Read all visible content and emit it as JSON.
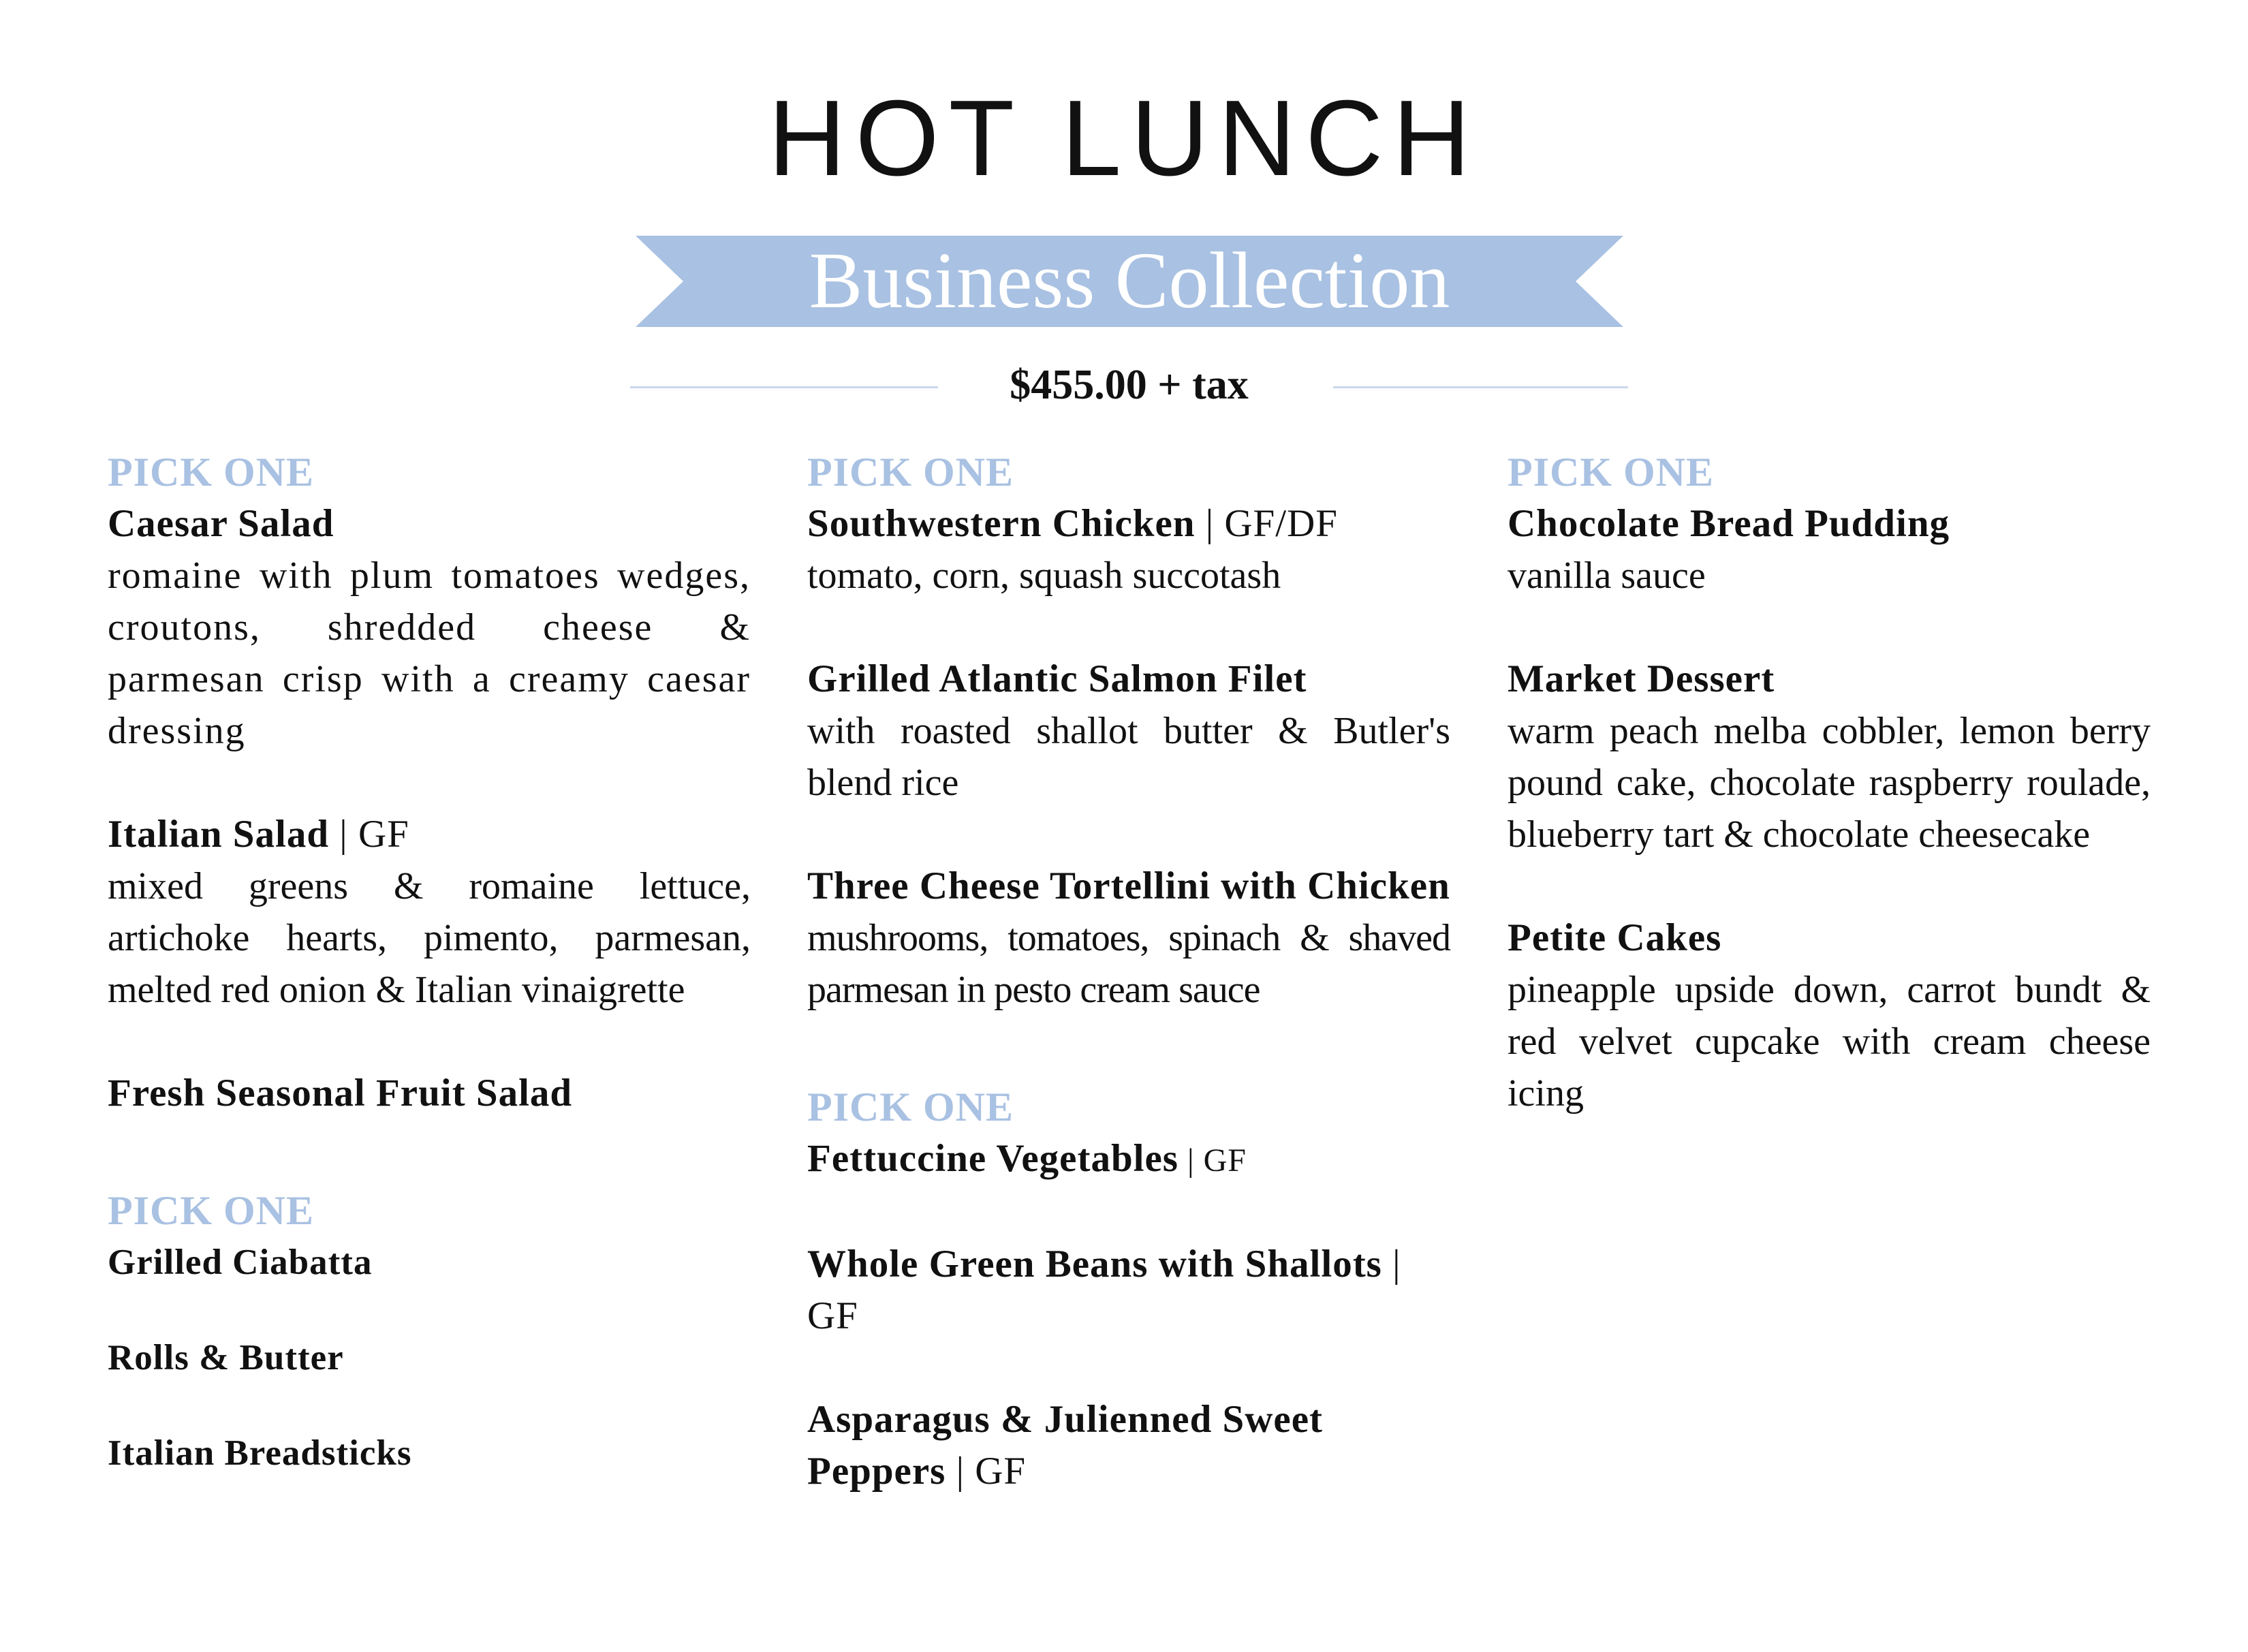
{
  "header": {
    "title": "HOT LUNCH",
    "collection": "Business Collection",
    "price": "$455.00 + tax"
  },
  "colors": {
    "accent": "#a9c1e2",
    "ribbon": "#a9c1e2",
    "rule": "#c9d7ea",
    "text": "#111111"
  },
  "col1": {
    "section1": {
      "heading": "PICK ONE",
      "items": [
        {
          "name": "Caesar Salad",
          "desc": "romaine with plum tomatoes wedges, croutons, shredded cheese & parmesan crisp with a creamy caesar dressing"
        },
        {
          "name": "Italian Salad",
          "tag": " | GF",
          "desc": "mixed greens & romaine lettuce, artichoke hearts, pimento, parmesan, melted red onion & Italian vinaigrette"
        },
        {
          "name": "Fresh Seasonal Fruit Salad"
        }
      ]
    },
    "section2": {
      "heading": "PICK ONE",
      "items": [
        {
          "name": "Grilled Ciabatta"
        },
        {
          "name": "Rolls & Butter"
        },
        {
          "name": "Italian Breadsticks"
        }
      ]
    }
  },
  "col2": {
    "section1": {
      "heading": "PICK ONE",
      "items": [
        {
          "name": "Southwestern Chicken",
          "tag": " | GF/DF",
          "desc": "tomato, corn, squash succotash"
        },
        {
          "name": "Grilled Atlantic Salmon Filet",
          "desc": "with roasted shallot butter & Butler's blend rice"
        },
        {
          "name": "Three Cheese Tortellini with Chicken",
          "desc": "mushrooms, tomatoes, spinach & shaved parmesan in pesto cream sauce"
        }
      ]
    },
    "section2": {
      "heading": "PICK ONE",
      "items": [
        {
          "name": "Fettuccine Vegetables",
          "tag": " | GF"
        },
        {
          "name": "Whole Green Beans with Shallots",
          "tag": " | GF"
        },
        {
          "name": "Asparagus & Julienned Sweet Peppers",
          "tag": " | GF"
        }
      ]
    }
  },
  "col3": {
    "section1": {
      "heading": "PICK ONE",
      "items": [
        {
          "name": "Chocolate Bread Pudding",
          "desc": "vanilla sauce"
        },
        {
          "name": "Market Dessert",
          "desc": "warm peach melba cobbler, lemon berry pound cake, chocolate raspberry roulade, blueberry tart & chocolate cheesecake"
        },
        {
          "name": "Petite Cakes",
          "desc": "pineapple upside down, carrot bundt & red velvet cupcake with cream cheese icing"
        }
      ]
    }
  }
}
